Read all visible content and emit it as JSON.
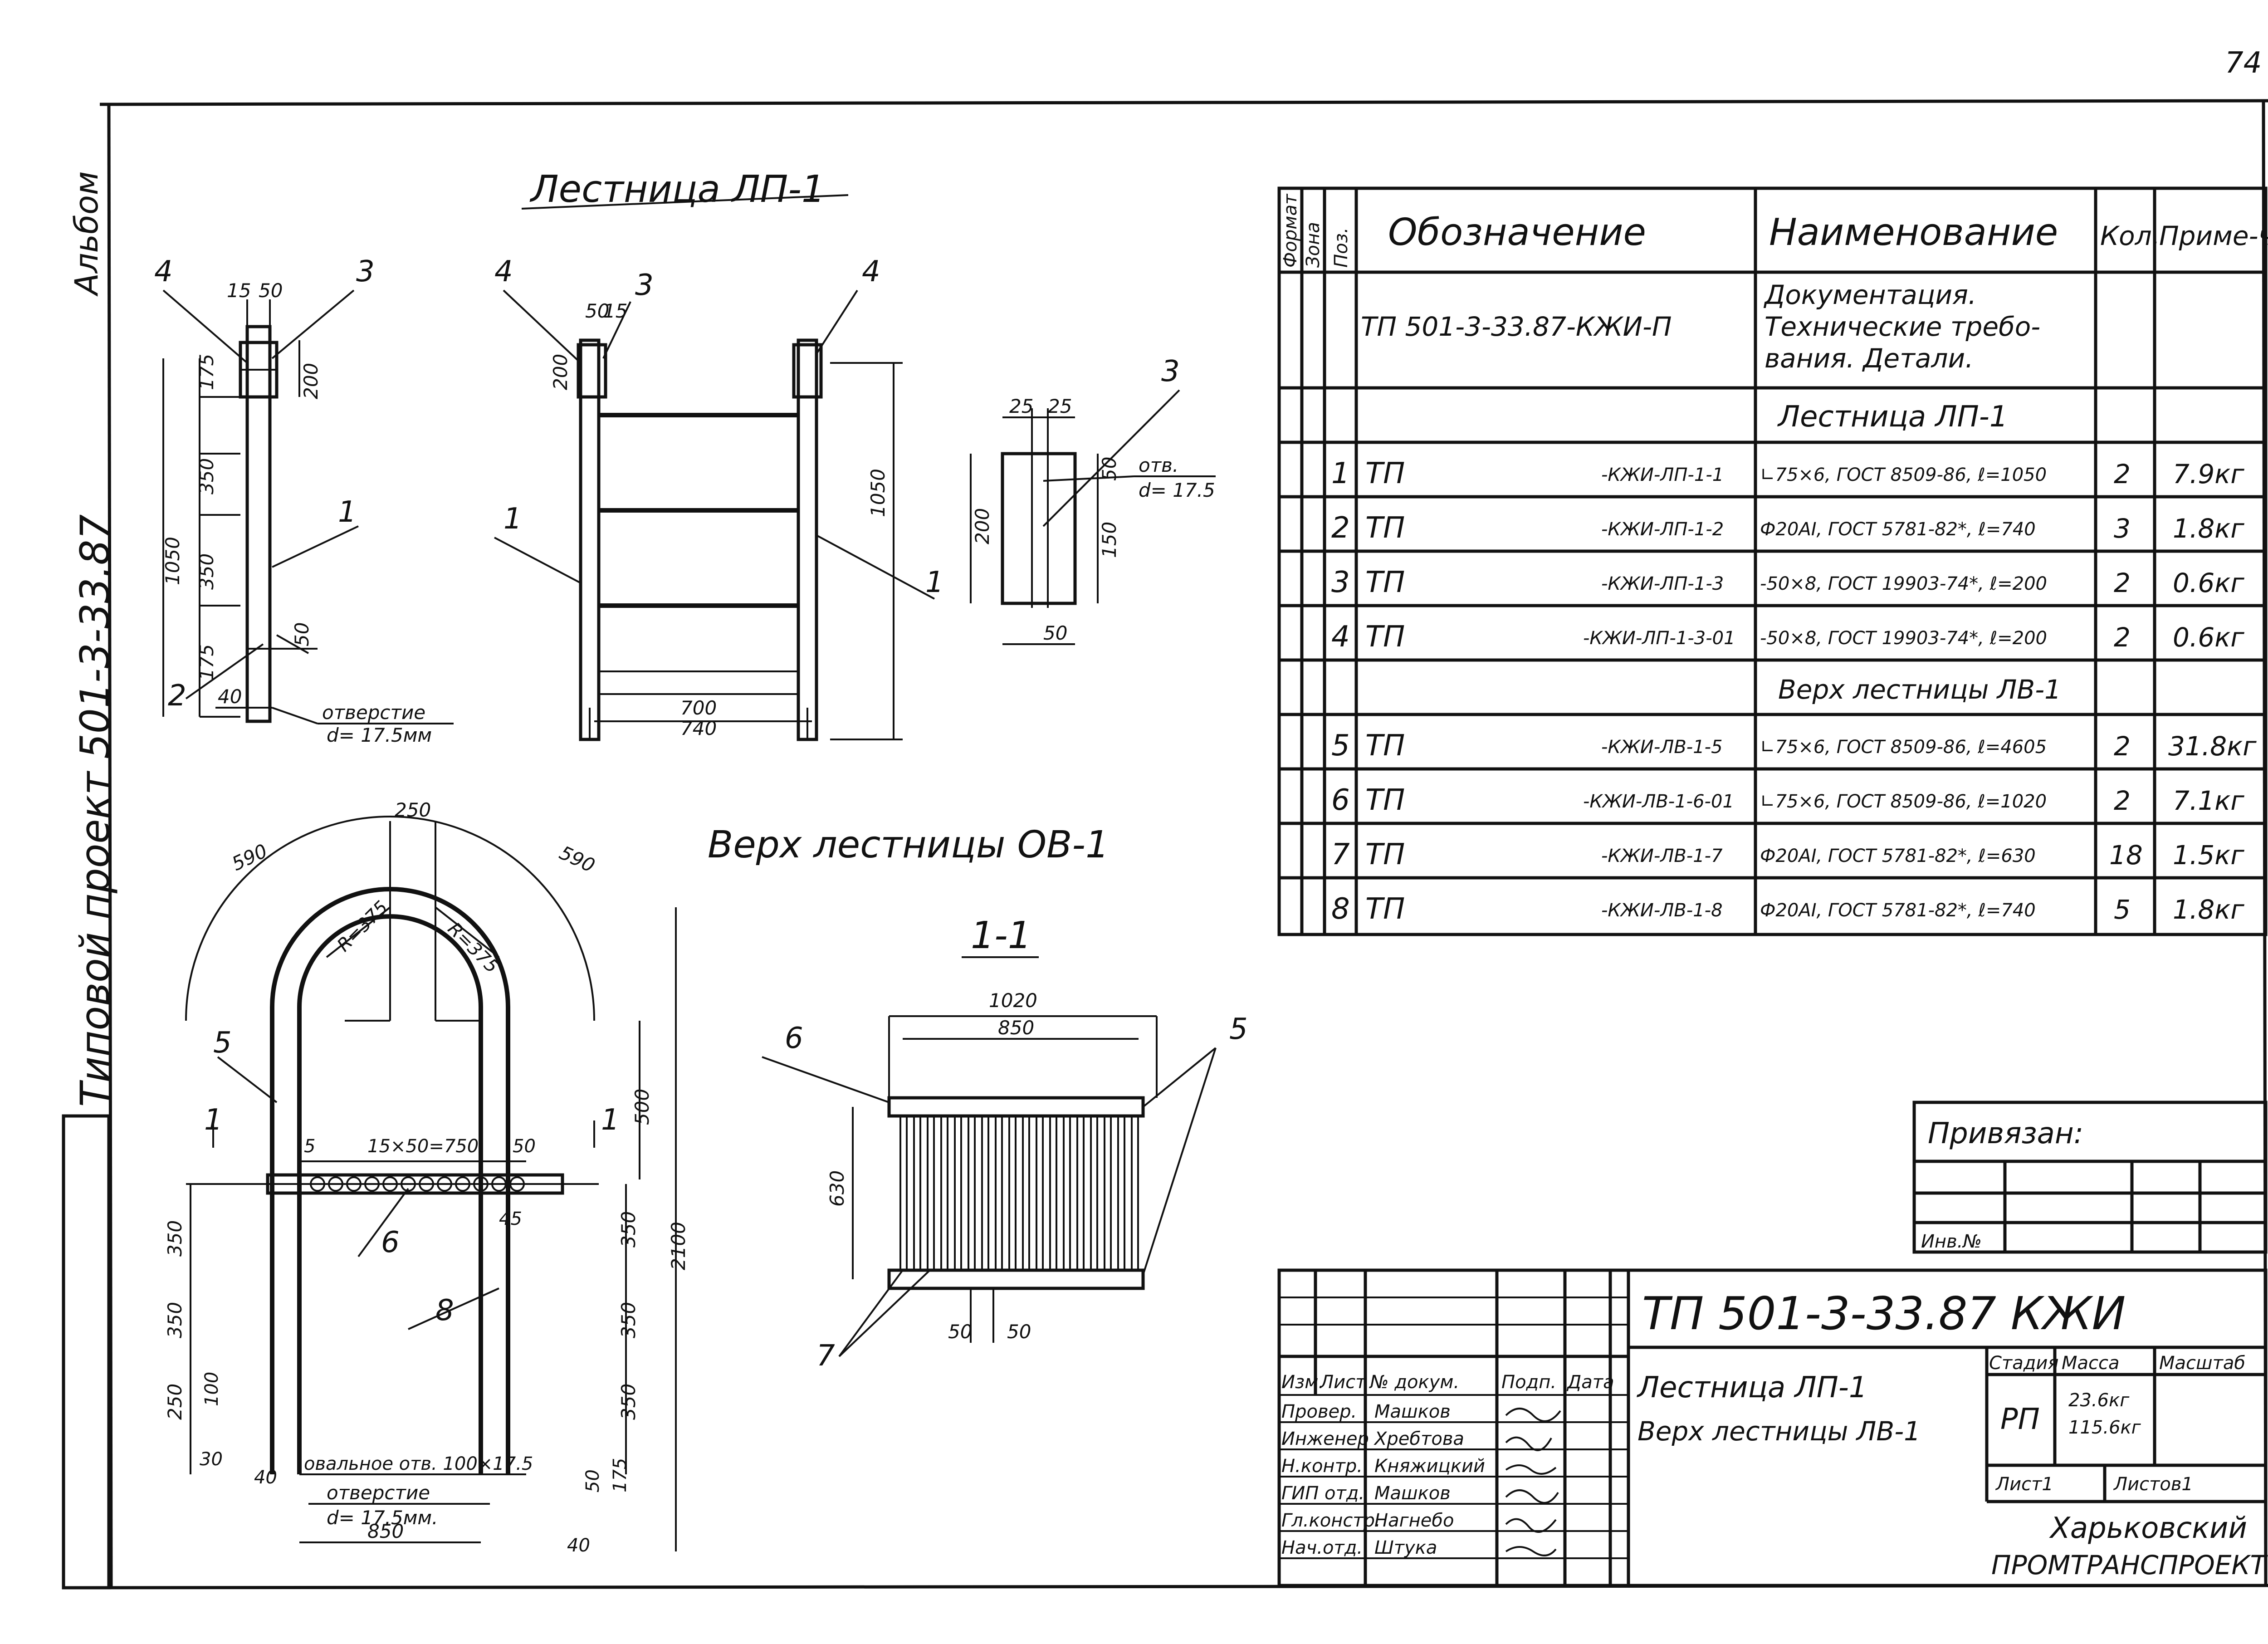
{
  "page_number": "74",
  "side_texts": {
    "top": "Альбом",
    "project": "Типовой проект 501-3-33.87"
  },
  "view_lp1": {
    "title": "Лестница ЛП-1",
    "side_dims": [
      "15",
      "50",
      "200",
      "175",
      "350",
      "1050",
      "350",
      "175",
      "50",
      "40"
    ],
    "front_dims": [
      "50",
      "15",
      "200",
      "700",
      "740",
      "1050"
    ],
    "labels": [
      "4",
      "3",
      "1",
      "2",
      "4",
      "3",
      "4",
      "1",
      "1"
    ],
    "hole_note": [
      "отверстие",
      "d= 17.5мм"
    ]
  },
  "view_plate": {
    "dims": [
      "25",
      "25",
      "200",
      "50",
      "150",
      "50"
    ],
    "hole_note": [
      "отв.",
      "d= 17.5"
    ],
    "label": "3"
  },
  "view_lv1": {
    "title": "Верх лестницы ОВ-1",
    "dims": [
      "250",
      "590",
      "590",
      "R=375",
      "R=375",
      "15×50=750",
      "5",
      "50",
      "500",
      "2100",
      "350",
      "350",
      "250",
      "100",
      "30",
      "40",
      "350",
      "350",
      "350",
      "50",
      "175",
      "40",
      "850",
      "45"
    ],
    "labels": [
      "5",
      "1",
      "1",
      "6",
      "8"
    ],
    "notes": [
      "овальное отв. 100×17.5",
      "отверстие",
      "d= 17.5мм."
    ]
  },
  "section_11": {
    "title": "1-1",
    "dims": [
      "1020",
      "850",
      "630",
      "50",
      "50"
    ],
    "labels": [
      "6",
      "5",
      "7"
    ]
  },
  "spec_table": {
    "headers": [
      "Формат",
      "Зона",
      "Поз.",
      "Обозначение",
      "Наименование",
      "Кол.",
      "Приме-чание"
    ],
    "doc_row": {
      "designation": "ТП  501-3-33.87-КЖИ-П",
      "name": [
        "Документация.",
        "Технические требо-",
        "вания. Детали."
      ]
    },
    "section_lp1": "Лестница ЛП-1",
    "rows_lp1": [
      {
        "pos": "1",
        "prefix": "ТП",
        "code": "-КЖИ-ЛП-1-1",
        "name": "∟75×6, ГОСТ 8509-86, ℓ=1050",
        "qty": "2",
        "note": "7.9кг"
      },
      {
        "pos": "2",
        "prefix": "ТП",
        "code": "-КЖИ-ЛП-1-2",
        "name": "Ф20АI, ГОСТ 5781-82*, ℓ=740",
        "qty": "3",
        "note": "1.8кг"
      },
      {
        "pos": "3",
        "prefix": "ТП",
        "code": "-КЖИ-ЛП-1-3",
        "name": "-50×8, ГОСТ 19903-74*, ℓ=200",
        "qty": "2",
        "note": "0.6кг"
      },
      {
        "pos": "4",
        "prefix": "ТП",
        "code": "-КЖИ-ЛП-1-3-01",
        "name": "-50×8, ГОСТ 19903-74*, ℓ=200",
        "qty": "2",
        "note": "0.6кг"
      }
    ],
    "section_lv1": "Верх лестницы ЛВ-1",
    "rows_lv1": [
      {
        "pos": "5",
        "prefix": "ТП",
        "code": "-КЖИ-ЛВ-1-5",
        "name": "∟75×6, ГОСТ 8509-86, ℓ=4605",
        "qty": "2",
        "note": "31.8кг"
      },
      {
        "pos": "6",
        "prefix": "ТП",
        "code": "-КЖИ-ЛВ-1-6-01",
        "name": "∟75×6, ГОСТ 8509-86, ℓ=1020",
        "qty": "2",
        "note": "7.1кг"
      },
      {
        "pos": "7",
        "prefix": "ТП",
        "code": "-КЖИ-ЛВ-1-7",
        "name": "Ф20АI, ГОСТ 5781-82*, ℓ=630",
        "qty": "18",
        "note": "1.5кг"
      },
      {
        "pos": "8",
        "prefix": "ТП",
        "code": "-КЖИ-ЛВ-1-8",
        "name": "Ф20АI, ГОСТ 5781-82*, ℓ=740",
        "qty": "5",
        "note": "1.8кг"
      }
    ]
  },
  "binding_box": {
    "title": "Привязан:",
    "inv": "Инв.№"
  },
  "title_block": {
    "code": "ТП   501-3-33.87   КЖИ",
    "col_headers": [
      "Изм.",
      "Лист",
      "№ докум.",
      "Подп.",
      "Дата"
    ],
    "roles": [
      {
        "role": "Провер.",
        "name": "Машков"
      },
      {
        "role": "Инженер",
        "name": "Хребтова"
      },
      {
        "role": "Н.контр.",
        "name": "Княжицкий"
      },
      {
        "role": "ГИП отд.",
        "name": "Машков"
      },
      {
        "role": "Гл.констр.",
        "name": "Нагнебо"
      },
      {
        "role": "Нач.отд.",
        "name": "Штука"
      }
    ],
    "drawing_name": [
      "Лестница   ЛП-1",
      "Верх лестницы ЛВ-1"
    ],
    "stage_header": "Стадия",
    "mass_header": "Масса",
    "scale_header": "Масштаб",
    "stage": "РП",
    "mass": [
      "23.6кг",
      "115.6кг"
    ],
    "sheet": "Лист1",
    "sheets": "Листов1",
    "org": [
      "Харьковский",
      "ПРОМТРАНСПРОЕКТ"
    ]
  }
}
